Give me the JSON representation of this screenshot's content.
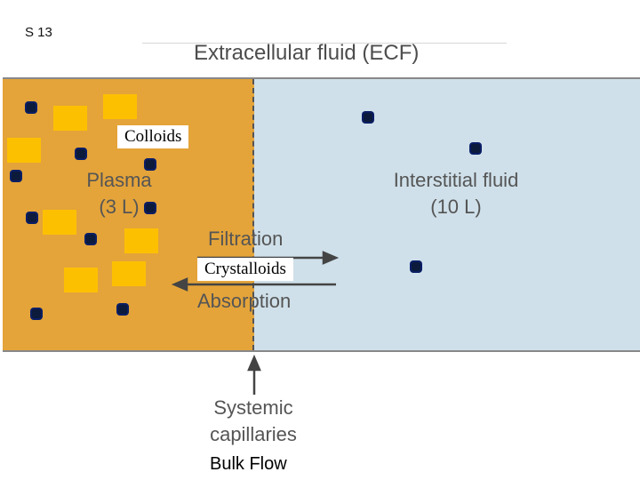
{
  "slide_number": "S 13",
  "title": "Extracellular fluid (ECF)",
  "plasma": {
    "name": "Plasma",
    "volume": "(3 L)"
  },
  "interstitial": {
    "name": "Interstitial fluid",
    "volume": "(10 L)"
  },
  "flows": {
    "filtration": "Filtration",
    "absorption": "Absorption"
  },
  "capillaries": {
    "line1": "Systemic",
    "line2": "capillaries"
  },
  "overlays": {
    "colloids": "Colloids",
    "crystalloids": "Crystalloids",
    "bulk_flow": "Bulk Flow"
  },
  "colors": {
    "plasma": "#e4a43a",
    "interstitial": "#cfe0ea",
    "colloid_marker": "#fdc000",
    "crystalloid_marker": "#0c1a3c"
  }
}
